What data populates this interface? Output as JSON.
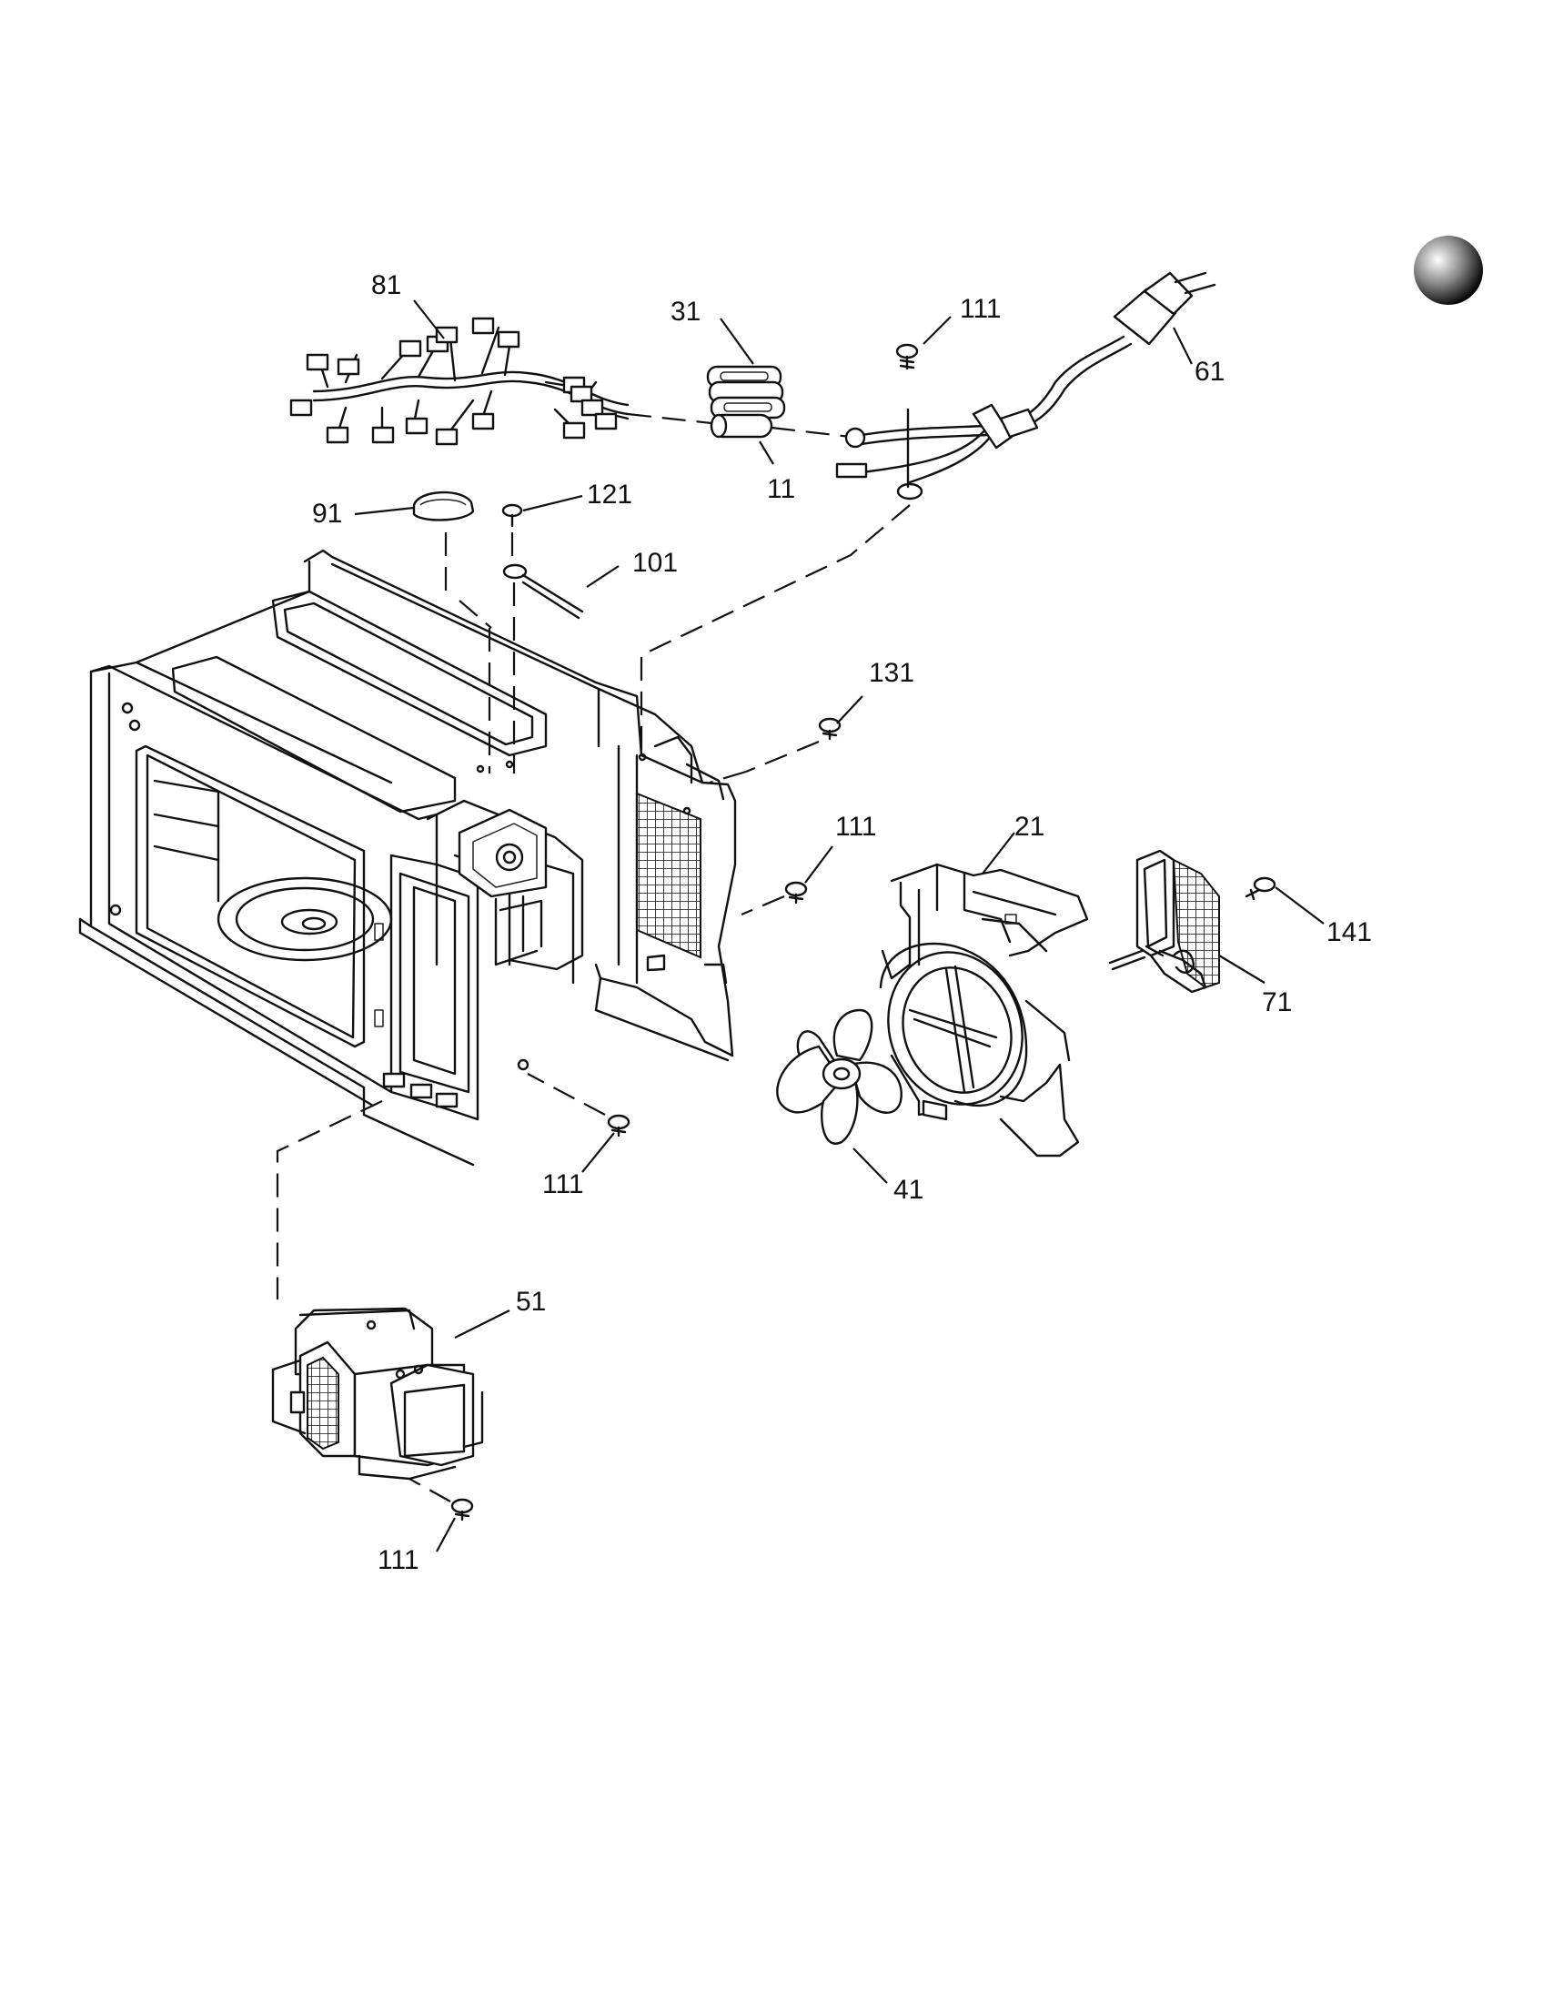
{
  "callouts": [
    {
      "id": "81",
      "label": "81"
    },
    {
      "id": "31",
      "label": "31"
    },
    {
      "id": "111-top",
      "label": "111"
    },
    {
      "id": "61",
      "label": "61"
    },
    {
      "id": "11",
      "label": "11"
    },
    {
      "id": "91",
      "label": "91"
    },
    {
      "id": "121",
      "label": "121"
    },
    {
      "id": "101",
      "label": "101"
    },
    {
      "id": "131",
      "label": "131"
    },
    {
      "id": "111-mid",
      "label": "111"
    },
    {
      "id": "21",
      "label": "21"
    },
    {
      "id": "141",
      "label": "141"
    },
    {
      "id": "71",
      "label": "71"
    },
    {
      "id": "41",
      "label": "41"
    },
    {
      "id": "111-low",
      "label": "111"
    },
    {
      "id": "51",
      "label": "51"
    },
    {
      "id": "111-bottom",
      "label": "111"
    }
  ]
}
